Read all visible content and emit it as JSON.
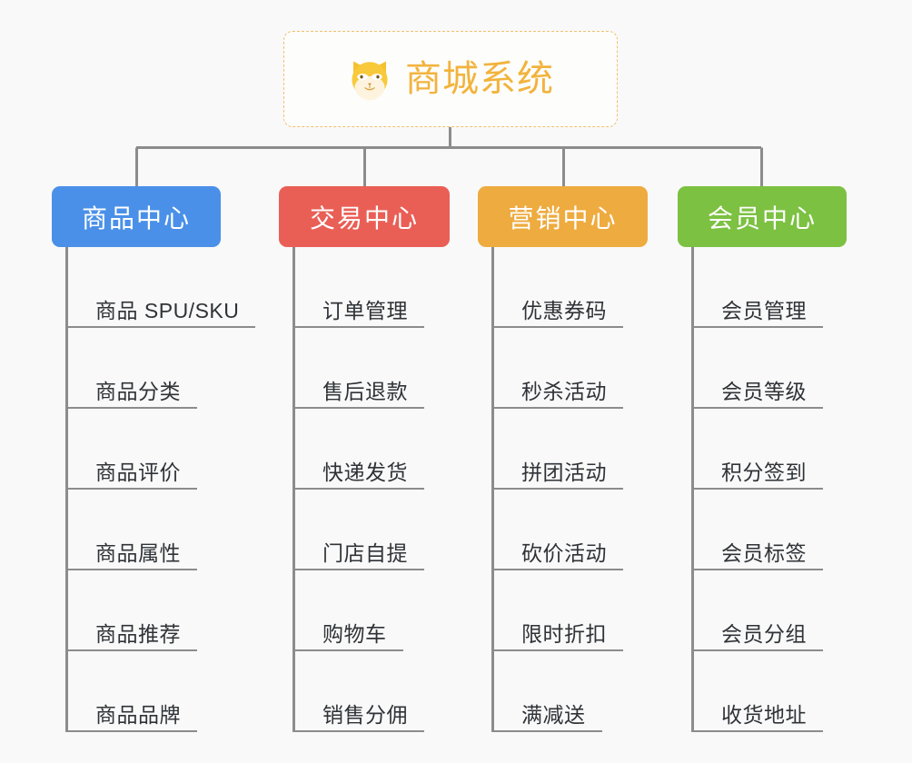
{
  "diagram": {
    "type": "mindmap",
    "background_color": "#f9f9f9",
    "root": {
      "title": "商城系统",
      "icon": "shiba-dog-face-icon",
      "text_color": "#f2b33d",
      "border_color": "#f0c070"
    },
    "connector_color": "#8c8c8c",
    "branches": [
      {
        "label": "商品中心",
        "color": "#4a90e8",
        "items": [
          "商品 SPU/SKU",
          "商品分类",
          "商品评价",
          "商品属性",
          "商品推荐",
          "商品品牌"
        ]
      },
      {
        "label": "交易中心",
        "color": "#e95f56",
        "items": [
          "订单管理",
          "售后退款",
          "快递发货",
          "门店自提",
          "购物车",
          "销售分佣"
        ]
      },
      {
        "label": "营销中心",
        "color": "#eeab3f",
        "items": [
          "优惠券码",
          "秒杀活动",
          "拼团活动",
          "砍价活动",
          "限时折扣",
          "满减送"
        ]
      },
      {
        "label": "会员中心",
        "color": "#7cc142",
        "items": [
          "会员管理",
          "会员等级",
          "积分签到",
          "会员标签",
          "会员分组",
          "收货地址"
        ]
      }
    ]
  }
}
